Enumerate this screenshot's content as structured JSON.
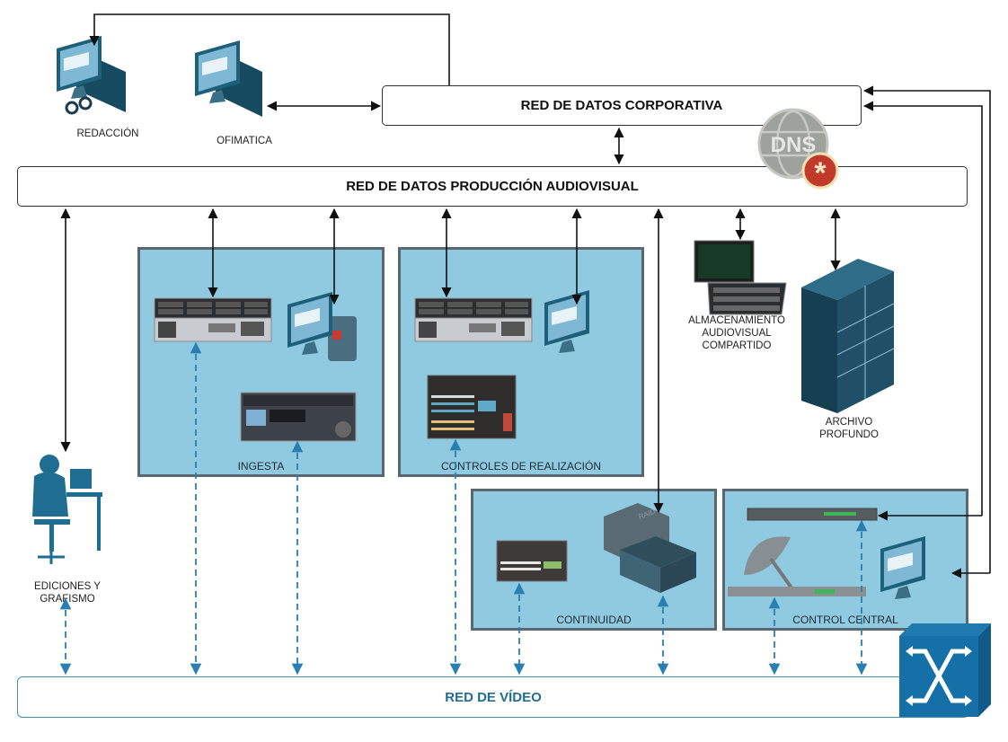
{
  "networks": {
    "corporate": "RED DE DATOS CORPORATIVA",
    "production": "RED DE DATOS PRODUCCIÓN AUDIOVISUAL",
    "video": "RED DE VÍDEO"
  },
  "nodes": {
    "redaccion": "REDACCIÓN",
    "ofimatica": "OFIMATICA",
    "ediciones": "EDICIONES Y GRAFISMO",
    "almacenamiento": "ALMACENAMIENTO AUDIOVISUAL COMPARTIDO",
    "archivo": "ARCHIVO PROFUNDO"
  },
  "zones": {
    "ingesta": "INGESTA",
    "controles": "CONTROLES DE REALIZACIÓN",
    "continuidad": "CONTINUIDAD",
    "control_central": "CONTROL CENTRAL"
  },
  "badges": {
    "dns": "DNS",
    "raid": "RAID"
  },
  "colors": {
    "zone_fill": "#8fcae0",
    "zone_border": "#5b6770",
    "video_accent": "#1f6e91",
    "device_teal": "#1e5f7a",
    "dns_red": "#c0392b"
  }
}
